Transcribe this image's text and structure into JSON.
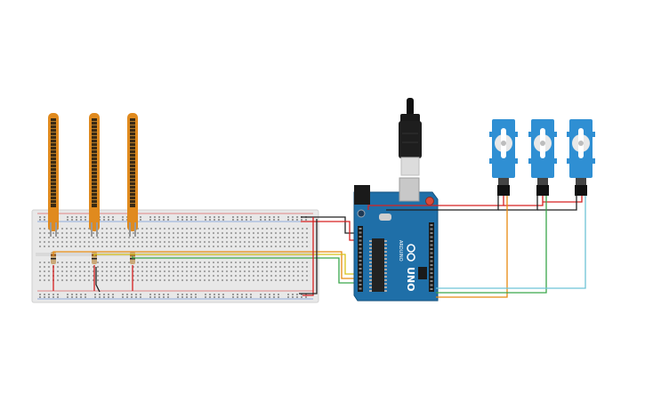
{
  "arduino": {
    "brand": "ARDUINO",
    "model": "UNO",
    "logo_icon": "infinity-icon"
  },
  "components": {
    "flex_sensors": 3,
    "servos": 3
  },
  "colors": {
    "breadboard": "#e8e8e8",
    "arduino": "#1f6fa8",
    "flex_sensor": "#e08a1e",
    "servo": "#2f8fd3",
    "wire_red": "#d62020",
    "wire_black": "#222222",
    "wire_orange": "#e88a10",
    "wire_green": "#3aa64a",
    "wire_yellow": "#d8c21a",
    "wire_cyan": "#6ec3d6"
  }
}
